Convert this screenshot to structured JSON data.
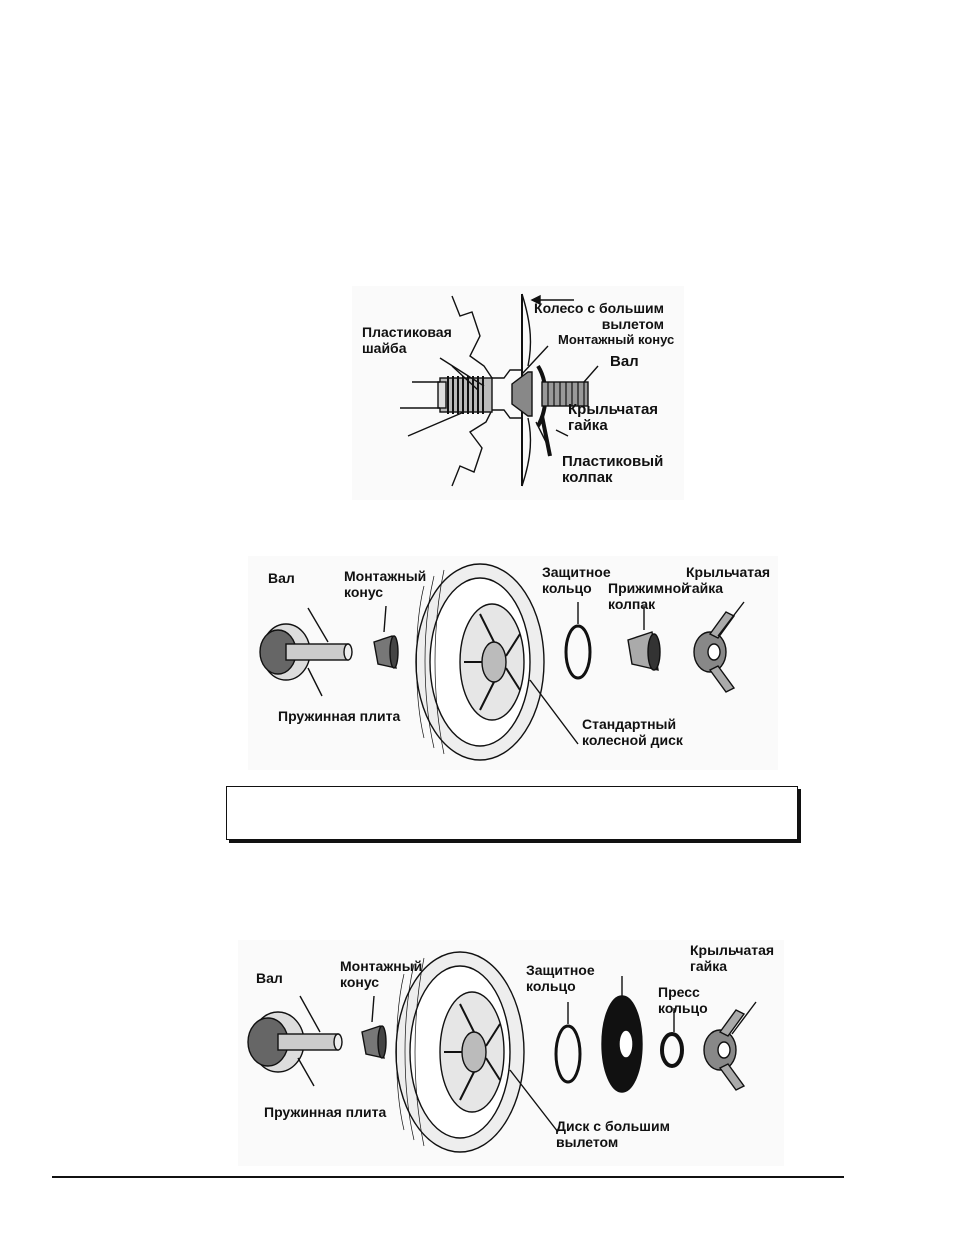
{
  "figure1": {
    "labels": {
      "wide_offset_wheel": "Колесо с большим вылетом",
      "plastic_washer": "Пластиковая шайба",
      "mounting_cone": "Монтажный конус",
      "shaft": "Вал",
      "wing_nut": "Крыльчатая гайка",
      "plastic_cap": "Пластиковый колпак"
    }
  },
  "figure2": {
    "labels": {
      "shaft": "Вал",
      "mounting_cone": "Монтажный конус",
      "protective_ring": "Защитное кольцо",
      "pressure_cap": "Прижимной колпак",
      "wing_nut": "Крыльчатая гайка",
      "spring_plate": "Пружинная плита",
      "standard_rim": "Стандартный колесной диск"
    }
  },
  "note_box": {
    "text": ""
  },
  "figure3": {
    "labels": {
      "shaft": "Вал",
      "mounting_cone": "Монтажный конус",
      "protective_ring": "Защитное кольцо",
      "press_ring": "Пресс кольцо",
      "wing_nut": "Крыльчатая гайка",
      "spring_plate": "Пружинная плита",
      "wide_offset_rim": "Диск с большим вылетом"
    }
  }
}
